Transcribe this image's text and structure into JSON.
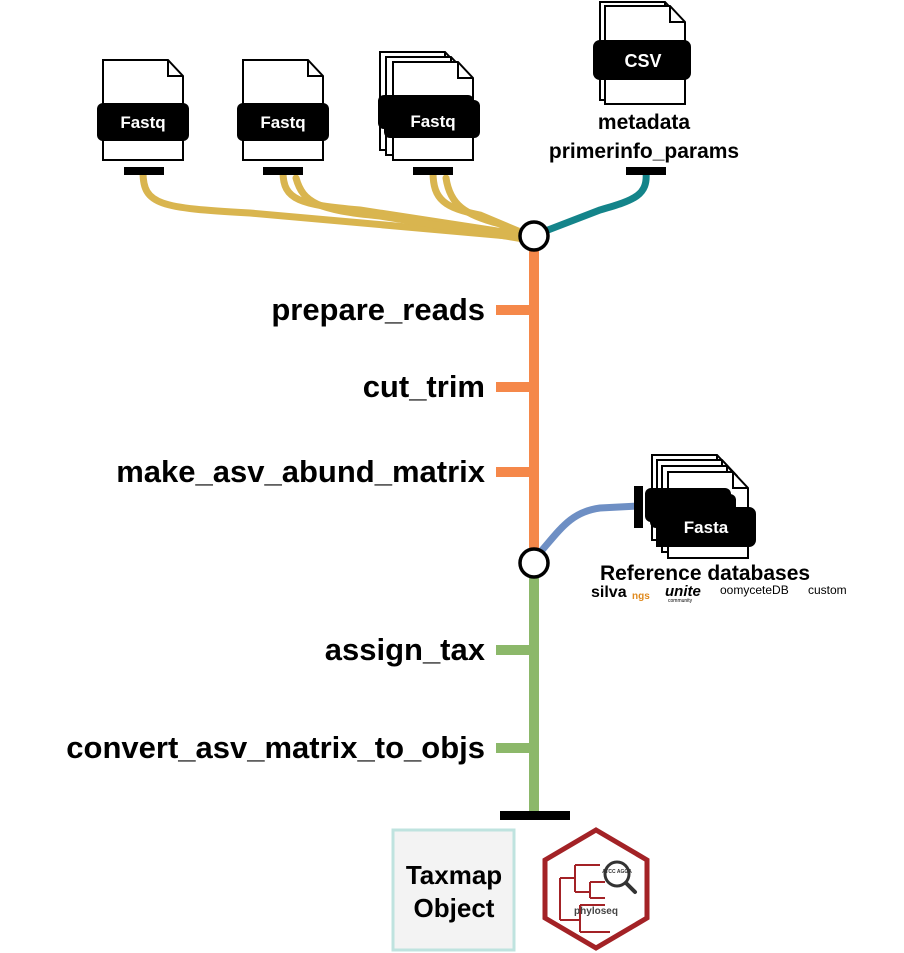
{
  "inputs": {
    "fastq_label": "Fastq",
    "csv_label": "CSV",
    "csv_caption_line1": "metadata",
    "csv_caption_line2": "primerinfo_params",
    "fasta_label": "Fasta"
  },
  "steps": [
    {
      "label": "prepare_reads"
    },
    {
      "label": "cut_trim"
    },
    {
      "label": "make_asv_abund_matrix"
    },
    {
      "label": "assign_tax"
    },
    {
      "label": "convert_asv_matrix_to_objs"
    }
  ],
  "reference": {
    "title": "Reference databases",
    "silva": "silva",
    "silva_ngs": "ngs",
    "unite": "unite",
    "unite_sub": "community",
    "oomycete": "oomyceteDB",
    "custom": "custom"
  },
  "outputs": {
    "taxmap_line1": "Taxmap",
    "taxmap_line2": "Object",
    "phyloseq": "phyloseq",
    "phyloseq_badge": "ATCC AGGA"
  },
  "colors": {
    "fastq_line": "#d9b54f",
    "metadata_line": "#14848a",
    "reads_line": "#f5884a",
    "reference_line": "#6e8fc4",
    "tax_line": "#8cb86a",
    "phyloseq_red": "#a32226",
    "taxmap_border": "#bfe3df",
    "taxmap_fill": "#f3f3f3"
  }
}
